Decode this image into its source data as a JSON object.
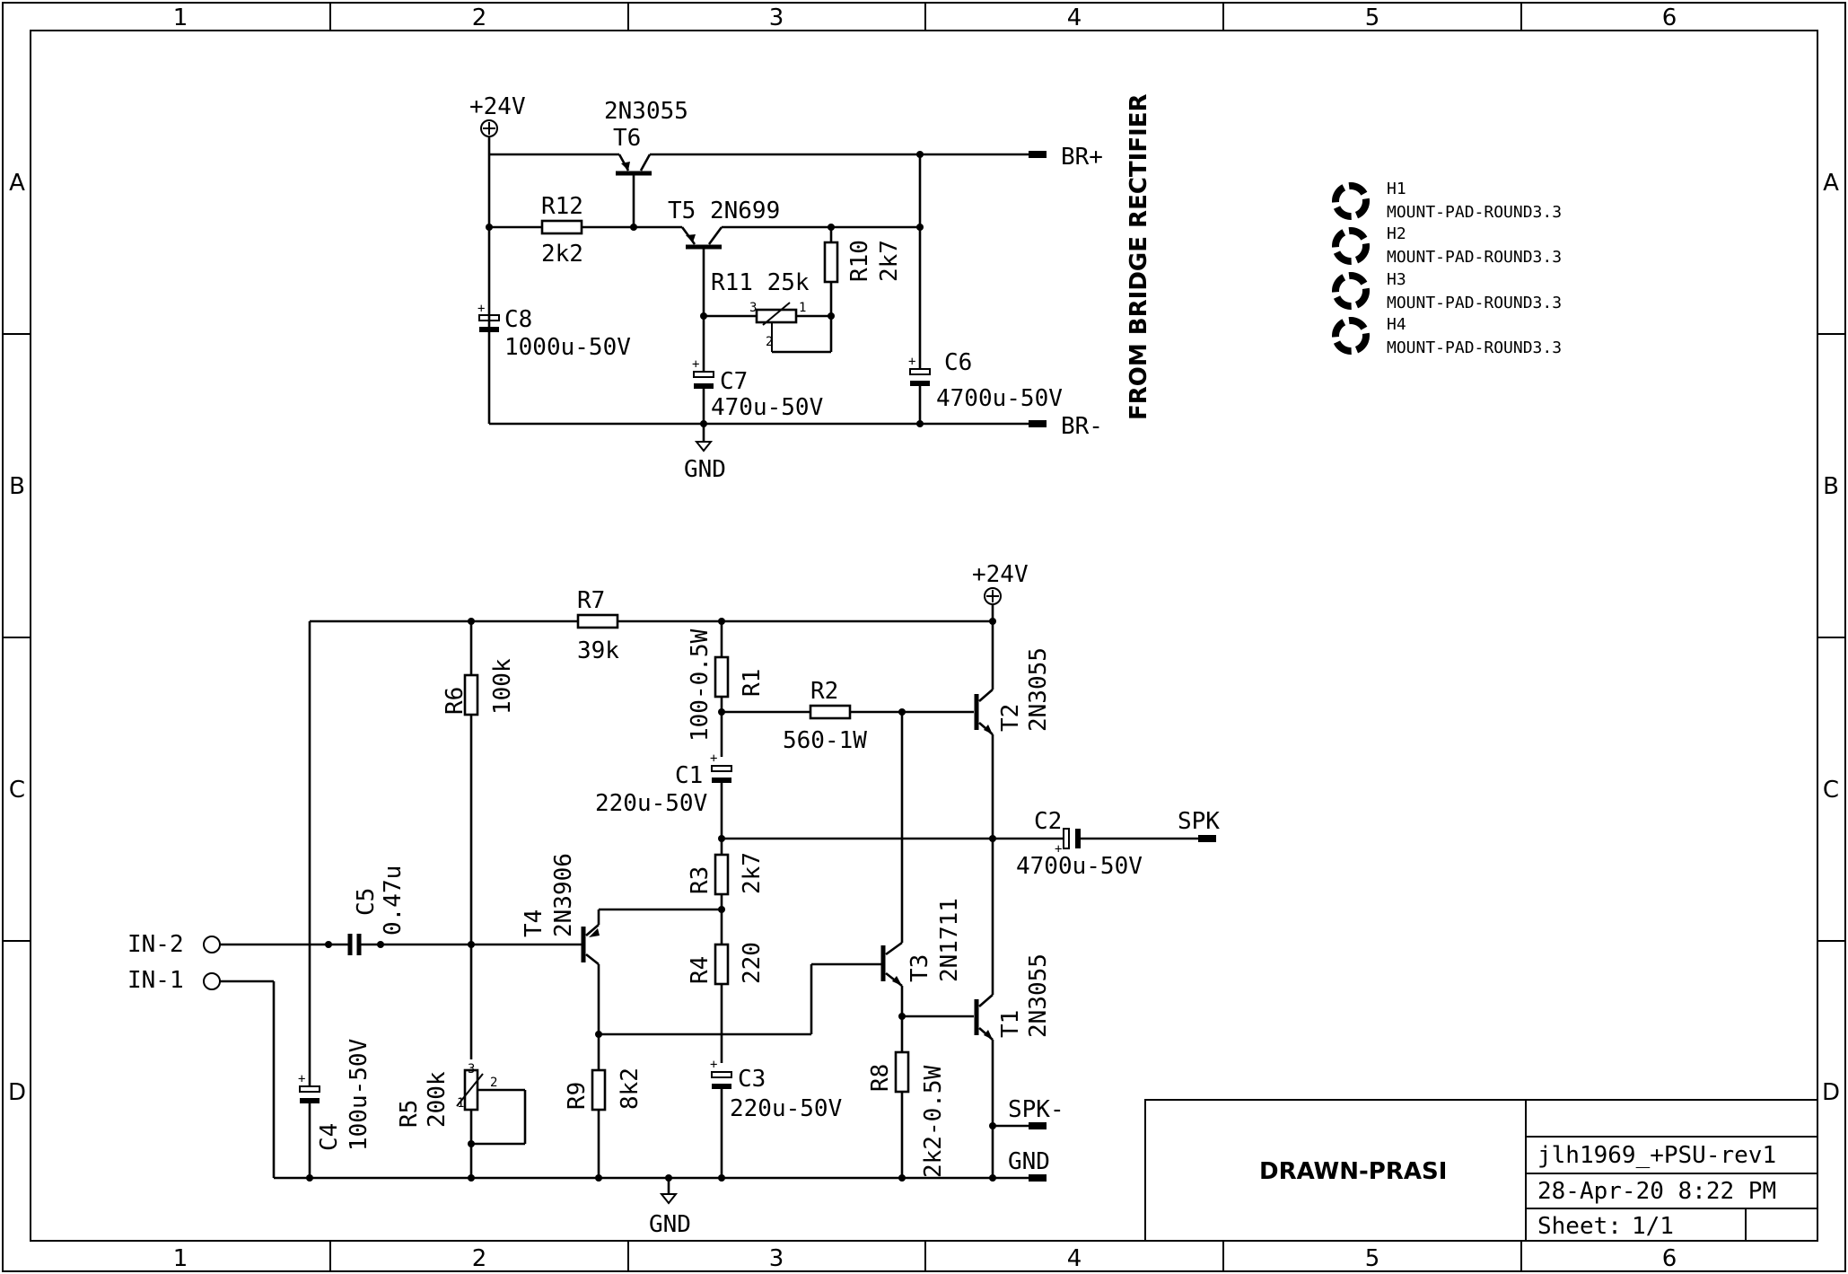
{
  "frame": {
    "cols": [
      "1",
      "2",
      "3",
      "4",
      "5",
      "6"
    ],
    "rows": [
      "A",
      "B",
      "C",
      "D"
    ]
  },
  "psu": {
    "supply_label": "+24V",
    "t6_part": "2N3055",
    "t6_ref": "T6",
    "br_plus": "BR+",
    "br_minus": "BR-",
    "r12_ref": "R12",
    "r12_val": "2k2",
    "t5_label": "T5 2N699",
    "r10_ref": "R10",
    "r10_val": "2k7",
    "r11_label": "R11 25k",
    "c8_ref": "C8",
    "c8_val": "1000u-50V",
    "c7_ref": "C7",
    "c7_val": "470u-50V",
    "c6_ref": "C6",
    "c6_val": "4700u-50V",
    "gnd": "GND",
    "from_bridge": "FROM BRIDGE RECTIFIER",
    "pot_pin1": "1",
    "pot_pin2": "2",
    "pot_pin3": "3"
  },
  "mounts": [
    {
      "ref": "H1",
      "val": "MOUNT-PAD-ROUND3.3"
    },
    {
      "ref": "H2",
      "val": "MOUNT-PAD-ROUND3.3"
    },
    {
      "ref": "H3",
      "val": "MOUNT-PAD-ROUND3.3"
    },
    {
      "ref": "H4",
      "val": "MOUNT-PAD-ROUND3.3"
    }
  ],
  "amp": {
    "supply_label": "+24V",
    "r7_ref": "R7",
    "r7_val": "39k",
    "r6_ref": "R6",
    "r6_val": "100k",
    "r1_ref": "R1",
    "r1_val": "100-0.5W",
    "r2_ref": "R2",
    "r2_val": "560-1W",
    "t2_ref": "T2",
    "t2_part": "2N3055",
    "c1_ref": "C1",
    "c1_val": "220u-50V",
    "c2_ref": "C2",
    "c2_val": "4700u-50V",
    "spk": "SPK",
    "r3_ref": "R3",
    "r3_val": "2k7",
    "t4_ref": "T4",
    "t4_part": "2N3906",
    "c5_ref": "C5",
    "c5_val": "0.47u",
    "in2": "IN-2",
    "in1": "IN-1",
    "r4_ref": "R4",
    "r4_val": "220",
    "t3_ref": "T3",
    "t3_part": "2N1711",
    "t1_ref": "T1",
    "t1_part": "2N3055",
    "r8_ref": "R8",
    "r8_val": "2k2-0.5W",
    "r9_ref": "R9",
    "r9_val": "8k2",
    "c3_ref": "C3",
    "c3_val": "220u-50V",
    "c4_ref": "C4",
    "c4_val": "100u-50V",
    "r5_ref": "R5",
    "r5_val": "200k",
    "spk_minus": "SPK-",
    "gnd_right": "GND",
    "gnd_bottom": "GND",
    "pot_pin1": "1",
    "pot_pin2": "2",
    "pot_pin3": "3"
  },
  "title_block": {
    "drawn": "DRAWN-PRASI",
    "project": "jlh1969_+PSU-rev1",
    "date": "28-Apr-20 8:22 PM",
    "sheet_label": "Sheet:",
    "sheet_value": "1/1"
  }
}
